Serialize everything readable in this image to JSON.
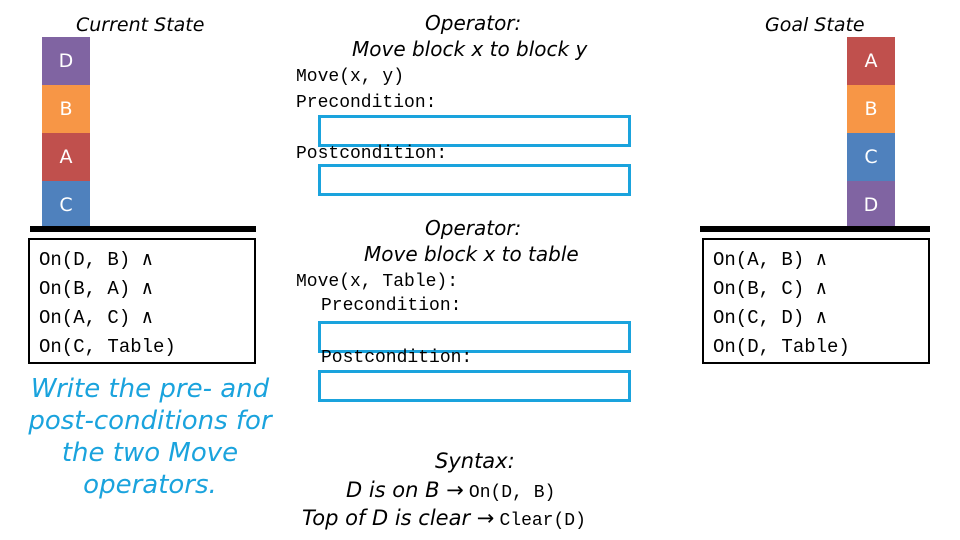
{
  "current": {
    "label": "Current State",
    "blocks": [
      {
        "letter": "D",
        "color": "#8064a2"
      },
      {
        "letter": "B",
        "color": "#f79646"
      },
      {
        "letter": "A",
        "color": "#c0504d"
      },
      {
        "letter": "C",
        "color": "#4f81bd"
      }
    ],
    "facts": [
      "On(D, B) ∧",
      "On(B, A) ∧",
      "On(A, C) ∧",
      "On(C, Table)"
    ]
  },
  "goal": {
    "label": "Goal State",
    "blocks": [
      {
        "letter": "A",
        "color": "#c0504d"
      },
      {
        "letter": "B",
        "color": "#f79646"
      },
      {
        "letter": "C",
        "color": "#4f81bd"
      },
      {
        "letter": "D",
        "color": "#8064a2"
      }
    ],
    "facts": [
      "On(A, B) ∧",
      "On(B, C) ∧",
      "On(C, D) ∧",
      "On(D, Table)"
    ]
  },
  "op1": {
    "heading": "Operator:",
    "subheading": "Move block x to block y",
    "signature": "Move(x, y)",
    "pre_label": "Precondition:",
    "post_label": "Postcondition:",
    "pre_value": "",
    "post_value": ""
  },
  "op2": {
    "heading": "Operator:",
    "subheading": "Move block x to table",
    "signature": "Move(x, Table):",
    "pre_label": "Precondition:",
    "post_label": "Postcondition:",
    "pre_value": "",
    "post_value": ""
  },
  "instruction": {
    "lines": [
      "Write the pre- and",
      "post-conditions for",
      "the two Move",
      "operators."
    ],
    "color": "#1aa3dd"
  },
  "syntax": {
    "heading": "Syntax:",
    "row1_text": "D is on B →",
    "row1_code": "On(D, B)",
    "row2_text": "Top of D is clear →",
    "row2_code": "Clear(D)"
  }
}
